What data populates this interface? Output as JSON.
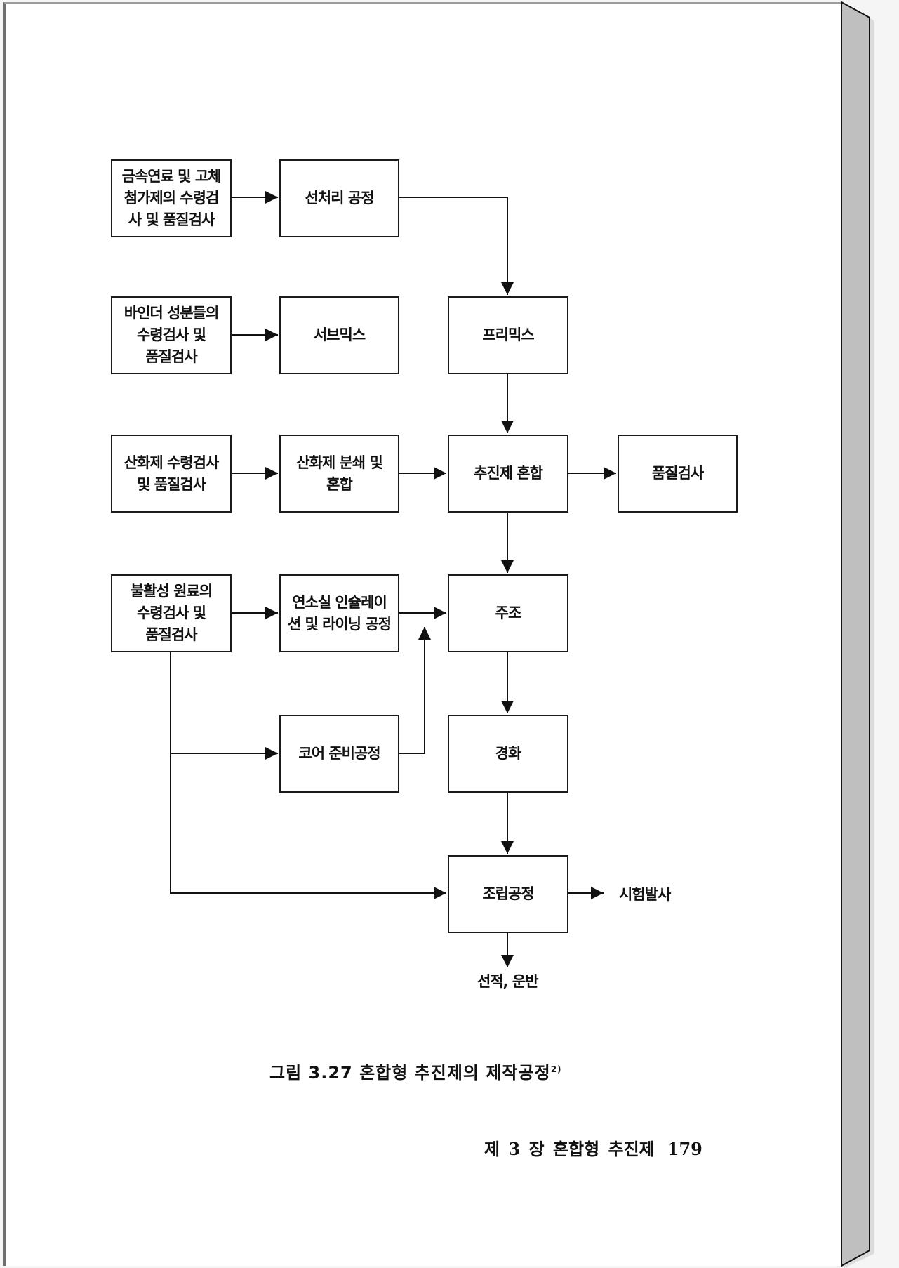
{
  "figure": {
    "type": "flowchart",
    "caption": "그림 3.27   혼합형 추진제의 제작공정",
    "caption_footnote": "2)",
    "nodes": [
      {
        "id": "metal_fuel_check",
        "text": "금속연료 및 고체\n첨가제의 수령검\n사 및 품질검사"
      },
      {
        "id": "pretreatment",
        "text": "선처리 공정"
      },
      {
        "id": "binder_check",
        "text": "바인더 성분들의\n수령검사 및\n품질검사"
      },
      {
        "id": "submix",
        "text": "서브믹스"
      },
      {
        "id": "premix",
        "text": "프리믹스"
      },
      {
        "id": "oxidizer_check",
        "text": "산화제 수령검사\n및 품질검사"
      },
      {
        "id": "oxidizer_grind",
        "text": "산화제 분쇄 및\n혼합"
      },
      {
        "id": "propellant_mix",
        "text": "추진제 혼합"
      },
      {
        "id": "quality_check",
        "text": "품질검사"
      },
      {
        "id": "inert_check",
        "text": "불활성 원료의\n수령검사 및\n품질검사"
      },
      {
        "id": "insulation_lining",
        "text": "연소실 인슐레이\n션 및 라이닝 공정"
      },
      {
        "id": "casting",
        "text": "주조"
      },
      {
        "id": "core_prep",
        "text": "코어 준비공정"
      },
      {
        "id": "curing",
        "text": "경화"
      },
      {
        "id": "assembly",
        "text": "조립공정"
      }
    ],
    "terminals": [
      {
        "id": "test_fire",
        "text": "시험발사"
      },
      {
        "id": "shipping",
        "text": "선적, 운반"
      }
    ],
    "edges": [
      {
        "from": "metal_fuel_check",
        "to": "pretreatment"
      },
      {
        "from": "pretreatment",
        "to": "premix"
      },
      {
        "from": "binder_check",
        "to": "submix"
      },
      {
        "from": "premix",
        "to": "propellant_mix"
      },
      {
        "from": "oxidizer_check",
        "to": "oxidizer_grind"
      },
      {
        "from": "oxidizer_grind",
        "to": "propellant_mix"
      },
      {
        "from": "propellant_mix",
        "to": "quality_check"
      },
      {
        "from": "propellant_mix",
        "to": "casting"
      },
      {
        "from": "inert_check",
        "to": "insulation_lining"
      },
      {
        "from": "insulation_lining",
        "to": "casting"
      },
      {
        "from": "inert_check",
        "to": "core_prep"
      },
      {
        "from": "core_prep",
        "to": "casting"
      },
      {
        "from": "inert_check",
        "to": "assembly"
      },
      {
        "from": "casting",
        "to": "curing"
      },
      {
        "from": "curing",
        "to": "assembly"
      },
      {
        "from": "assembly",
        "to": "test_fire"
      },
      {
        "from": "assembly",
        "to": "shipping"
      }
    ]
  },
  "footer": {
    "chapter": "제 3 장   혼합형 추진제",
    "page_number": "179"
  }
}
